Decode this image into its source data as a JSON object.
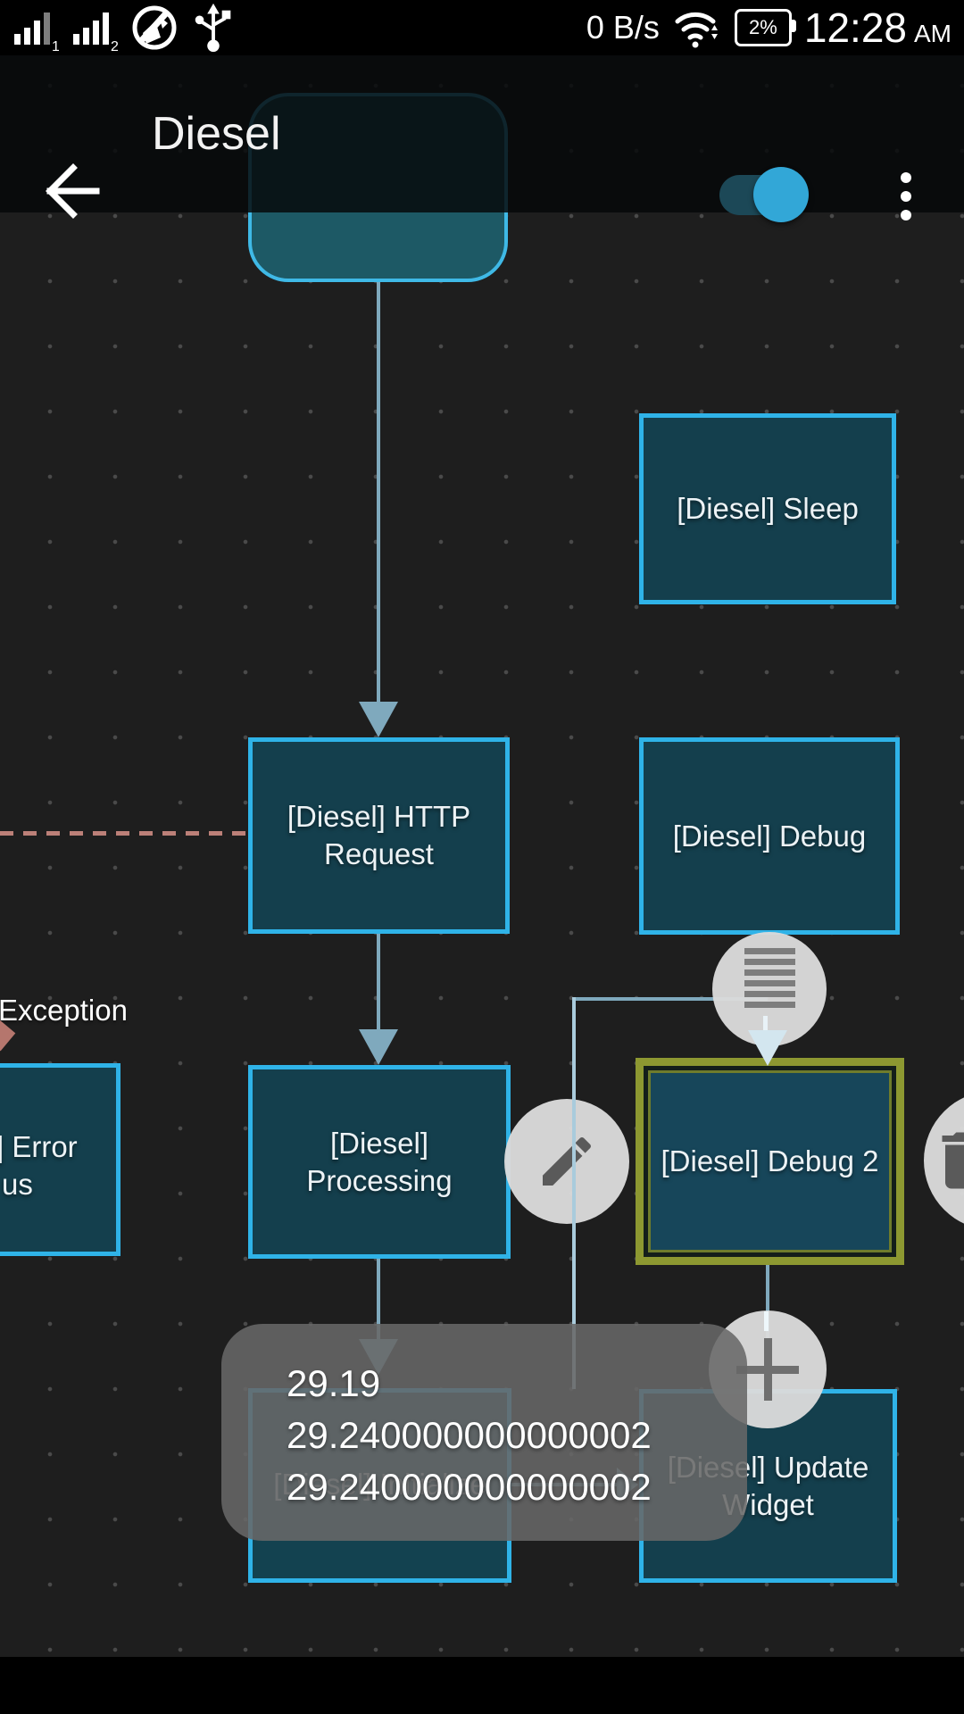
{
  "status_bar": {
    "net_speed": "0 B/s",
    "battery_percent": "2%",
    "time": "12:28",
    "meridiem": "AM",
    "sim1_sub": "1",
    "sim2_sub": "2",
    "icons": [
      "signal-sim1-icon",
      "signal-sim2-icon",
      "blocked-circle-icon",
      "usb-icon",
      "wifi-icon",
      "battery-icon"
    ]
  },
  "app_bar": {
    "title": "Diesel",
    "toggle_on": true,
    "icons": [
      "back-arrow-icon",
      "switch-toggle",
      "overflow-menu-icon"
    ]
  },
  "canvas": {
    "exception_label": "Exception",
    "nodes": {
      "start": {
        "label": ""
      },
      "sleep": {
        "label": "[Diesel] Sleep"
      },
      "http": {
        "line1": "[Diesel] HTTP",
        "line2": "Request"
      },
      "debug": {
        "label": "[Diesel] Debug"
      },
      "error": {
        "line1": "] Error",
        "line2": "us"
      },
      "processing": {
        "line1": "[Diesel]",
        "line2": "Processing"
      },
      "debug2": {
        "label": "[Diesel] Debug 2"
      },
      "update_widget": {
        "line1": "[Diesel] Update",
        "line2": "Widget"
      },
      "initialize": {
        "label": "[Diesel] Initialize"
      }
    },
    "value_popup": {
      "values": [
        "29.19",
        "29.240000000000002",
        "29.240000000000002"
      ]
    },
    "overlay_buttons": [
      "menu-lines-icon",
      "pencil-icon",
      "trash-icon",
      "plus-icon"
    ],
    "colors": {
      "accent_blue": "#2fb3e8",
      "selected_olive": "#8d9831",
      "node_fill": "#143f4d",
      "start_fill": "#1d5965",
      "connector": "#7fa9bd",
      "exception_dash": "#bc8078",
      "toggle_thumb": "#32a7d7",
      "popup_bg": "#686868"
    }
  }
}
